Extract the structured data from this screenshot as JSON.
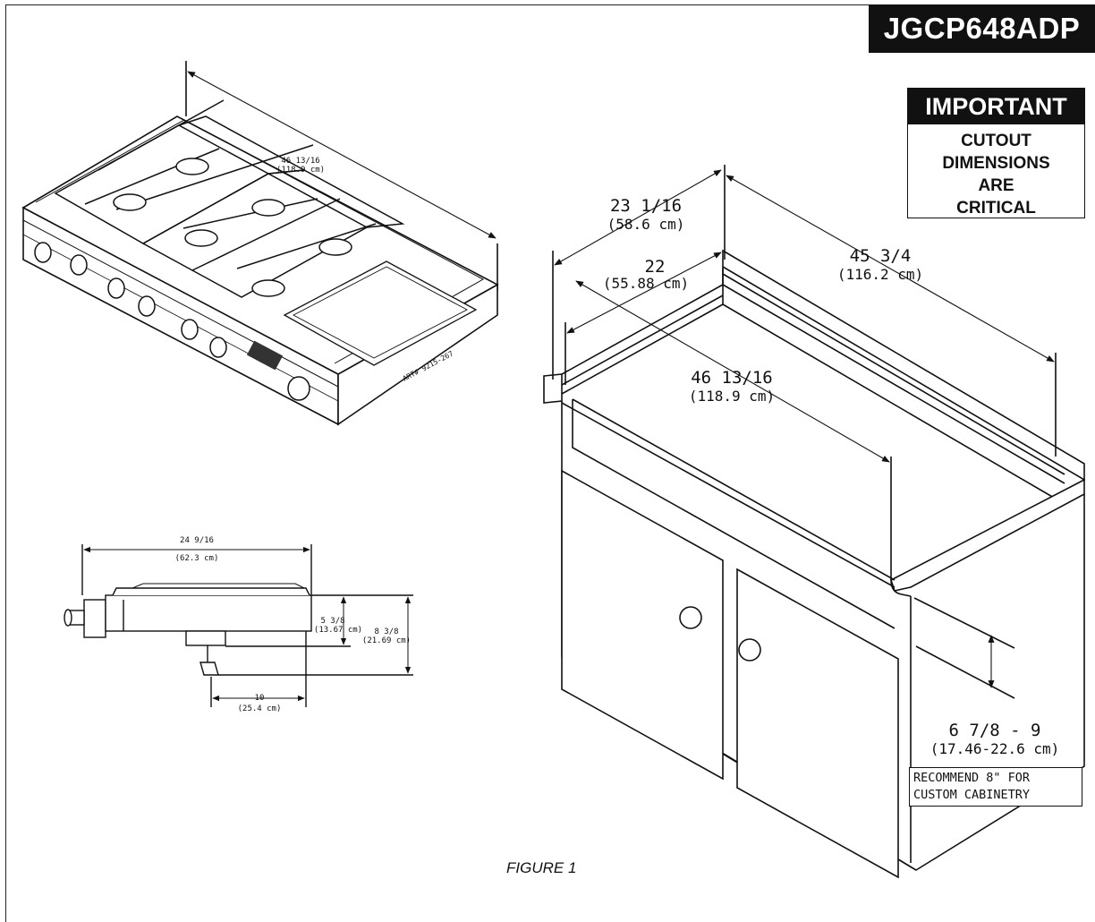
{
  "header": {
    "model": "JGCP648ADP"
  },
  "notice": {
    "heading": "IMPORTANT",
    "lines": [
      "CUTOUT",
      "DIMENSIONS",
      "ARE",
      "CRITICAL"
    ]
  },
  "cooktop_top_view": {
    "width": "46 13/16",
    "width_metric": "(118.9 cm)",
    "art_label": "ART# 9215-267"
  },
  "cooktop_side_view": {
    "width": "24 9/16",
    "width_metric": "(62.3 cm)",
    "inner_height": "5 3/8",
    "inner_height_metric": "(13.67 cm)",
    "outer_height": "8 3/8",
    "outer_height_metric": "(21.69 cm)",
    "gas_offset": "10",
    "gas_offset_metric": "(25.4 cm)"
  },
  "cabinet_view": {
    "overall_depth": "23 1/16",
    "overall_depth_metric": "(58.6 cm)",
    "cutout_depth": "22",
    "cutout_depth_metric": "(55.88 cm)",
    "cutout_width": "45 3/4",
    "cutout_width_metric": "(116.2 cm)",
    "opening_width": "46 13/16",
    "opening_width_metric": "(118.9 cm)",
    "clearance": "6 7/8 - 9",
    "clearance_metric": "(17.46-22.6 cm)",
    "recommendation_line1": "RECOMMEND 8\" FOR",
    "recommendation_line2": "CUSTOM CABINETRY"
  },
  "figure": {
    "caption": "FIGURE 1"
  }
}
